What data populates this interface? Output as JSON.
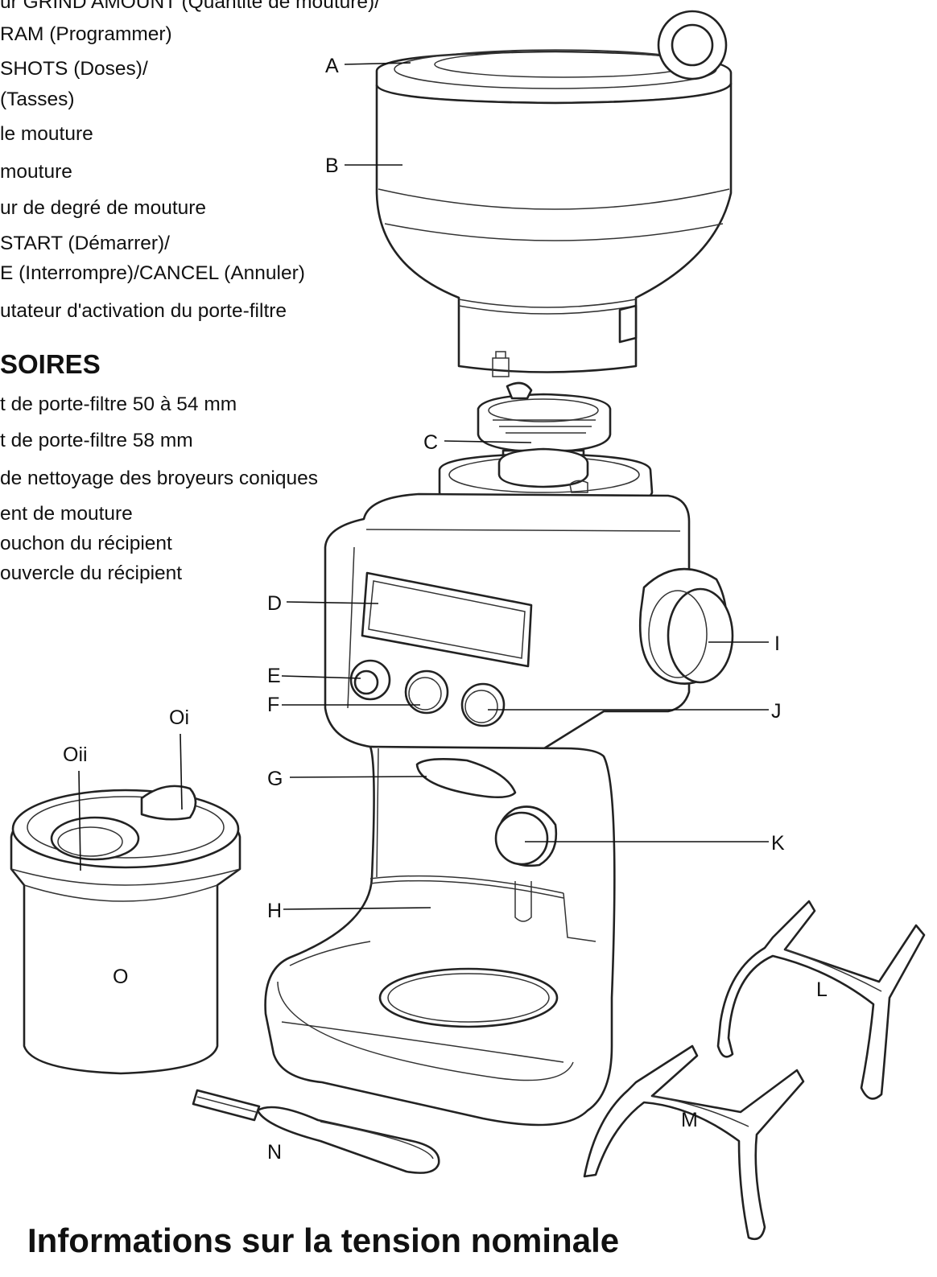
{
  "parts_list": [
    "ur GRIND AMOUNT (Quantité de mouture)/",
    "RAM (Programmer)",
    "SHOTS (Doses)/",
    " (Tasses)",
    "le mouture",
    " mouture",
    "ur de degré de mouture",
    "START (Démarrer)/",
    "E (Interrompre)/CANCEL (Annuler)",
    "utateur d'activation du porte-filtre"
  ],
  "accessories_heading": "SOIRES",
  "accessories_list": [
    "t de porte-filtre 50 à 54 mm",
    "t de porte-filtre 58 mm",
    " de nettoyage des broyeurs coniques",
    "ent de mouture",
    "ouchon du récipient",
    "ouvercle du récipient"
  ],
  "callouts": {
    "A": "A",
    "B": "B",
    "C": "C",
    "D": "D",
    "E": "E",
    "F": "F",
    "G": "G",
    "H": "H",
    "I": "I",
    "J": "J",
    "K": "K",
    "L": "L",
    "M": "M",
    "N": "N",
    "O": "O",
    "Oi": "Oi",
    "Oii": "Oii"
  },
  "footer_title": "Informations sur la tension nominale"
}
